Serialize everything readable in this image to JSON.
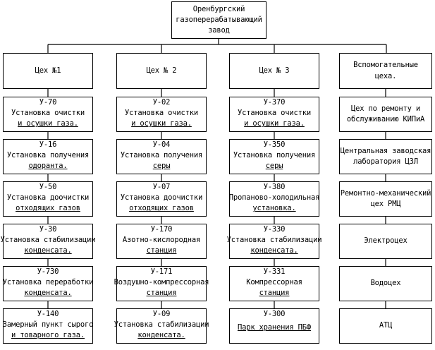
{
  "root": {
    "lines": [
      "Оренбургский",
      "газоперерабатывающий",
      "завод"
    ]
  },
  "columns": [
    {
      "header": {
        "lines": [
          "Цех №1"
        ]
      },
      "items": [
        {
          "code": "У-70",
          "lines": [
            "Установка очистки",
            "и осушки газа."
          ]
        },
        {
          "code": "У-16",
          "lines": [
            "Установка получения",
            "одоранта."
          ]
        },
        {
          "code": "У-50",
          "lines": [
            "Установка доочистки",
            "отходящих газов"
          ]
        },
        {
          "code": "У-30",
          "lines": [
            "Установка стабилизации",
            "конденсата."
          ]
        },
        {
          "code": "У-730",
          "lines": [
            "Установка переработки",
            "конденсата."
          ]
        },
        {
          "code": "У-140",
          "lines": [
            "Замерный пункт сырого",
            "и товарного газа."
          ]
        }
      ]
    },
    {
      "header": {
        "lines": [
          "Цех № 2"
        ]
      },
      "items": [
        {
          "code": "У-02",
          "lines": [
            "Установка очистки",
            "и осушки газа."
          ]
        },
        {
          "code": "У-04",
          "lines": [
            "Установка получения",
            "серы"
          ]
        },
        {
          "code": "У-07",
          "lines": [
            "Установка доочистки",
            "отходящих газов"
          ]
        },
        {
          "code": "У-170",
          "lines": [
            "Азотно-кислородная",
            "станция"
          ]
        },
        {
          "code": "У-171",
          "lines": [
            "Воздушно-компрессорная",
            "станция"
          ]
        },
        {
          "code": "У-09",
          "lines": [
            "Установка стабилизации",
            "конденсата."
          ]
        }
      ]
    },
    {
      "header": {
        "lines": [
          "Цех № 3"
        ]
      },
      "items": [
        {
          "code": "У-370",
          "lines": [
            "Установка очистки",
            "и осушки газа."
          ]
        },
        {
          "code": "У-350",
          "lines": [
            "Установка получения",
            "серы"
          ]
        },
        {
          "code": "У-380",
          "lines": [
            "Пропаново-холодильная",
            "установка."
          ]
        },
        {
          "code": "У-330",
          "lines": [
            "Установка стабилизации",
            "конденсата."
          ]
        },
        {
          "code": "У-331",
          "lines": [
            "Компрессорная",
            "станция"
          ]
        },
        {
          "code": "У-300",
          "lines": [
            "Парк хранения ПБФ"
          ]
        }
      ]
    },
    {
      "header": {
        "lines": [
          "Вспомогательные",
          "цеха."
        ]
      },
      "items": [
        {
          "code": "",
          "lines": [
            "Цех по ремонту и",
            "обслуживанию КИПиА"
          ]
        },
        {
          "code": "",
          "lines": [
            "Центральная заводская",
            "лаборатория ЦЗЛ"
          ]
        },
        {
          "code": "",
          "lines": [
            "Ремонтно-механический",
            "цех РМЦ"
          ]
        },
        {
          "code": "",
          "lines": [
            "Электроцех"
          ]
        },
        {
          "code": "",
          "lines": [
            "Водоцех"
          ]
        },
        {
          "code": "",
          "lines": [
            "АТЦ"
          ]
        }
      ]
    }
  ]
}
